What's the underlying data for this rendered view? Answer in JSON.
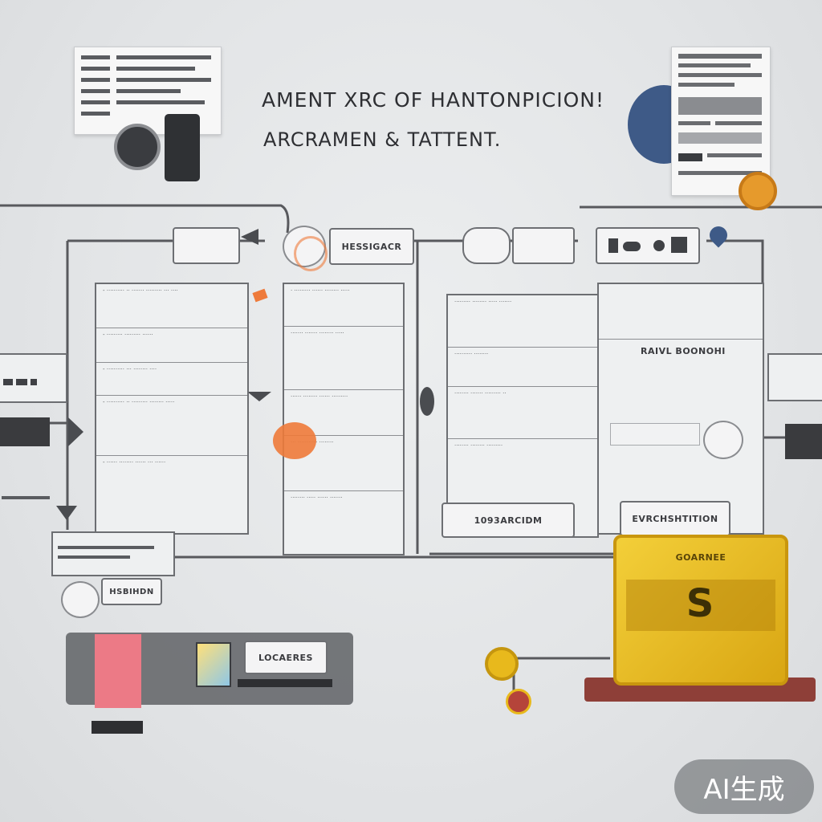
{
  "header": {
    "line1": "AMENT XRC OF HANTONPICION!",
    "line2": "ARCRAMEN & TATTENT."
  },
  "tabs": {
    "top_left_tab": "",
    "middle_tab": "HESSIGACR",
    "right_tab_1": "",
    "right_tab_2": ""
  },
  "panels": {
    "left_col_rows": [
      "- ·········· ·· ······· ········· ··· ····",
      "- ········· ········· ······",
      "- ·········· ··· ········ ····",
      "- ·········· ·· ········· ········ ·····",
      "- ······ ········ ······ ··· ······"
    ],
    "mid_col_rows": [
      "· ········· ······ ········ ·····",
      "······· ······· ········ ·····",
      "······ ········ ······ ·········",
      "··· ··········· ········",
      "········ ····· ······ ·······"
    ],
    "right_label": "RAIVL BOONOHI",
    "inner_rows": [
      "········· ········ ····· ·······",
      "·········· ········",
      "········ ······· ········· ··",
      "········ ········ ·········"
    ]
  },
  "labels": {
    "research": "1093ARCIDM",
    "evaluation": "EVRCHSHTITION",
    "lower_left": "HSBIHDN",
    "storage": "LOCAERES",
    "gold_card": "GOARNEE",
    "gold_symbol": "S"
  },
  "watermark": {
    "text": "AI生成"
  },
  "colors": {
    "gold": "#e0b21a",
    "navy": "#3e5a87",
    "orange": "#ee7a3a",
    "pink": "#ec7a86",
    "line": "#58595d"
  }
}
